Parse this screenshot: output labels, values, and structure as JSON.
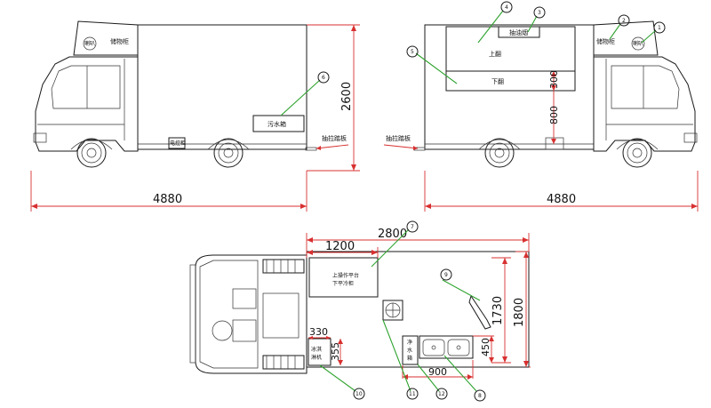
{
  "dimensions": {
    "height_left": "2600",
    "length_left": "4880",
    "length_right": "4880",
    "upper_window_h": "300",
    "counter_h": "800",
    "top_length": "2800",
    "top_platform": "1200",
    "top_width_inner": "1730",
    "top_width_outer": "1800",
    "sink_depth": "450",
    "sink_width": "900",
    "corner_a": "330",
    "corner_b": "355"
  },
  "labels": {
    "storage_cab_left": "储物柜",
    "storage_cab_right": "储物柜",
    "sewage_tank": "污水箱",
    "pull_pedal_left": "抽拉踏板",
    "pull_pedal_right": "抽拉踏板",
    "elec_box": "电控柜",
    "hood": "抽油烟",
    "upper_flap": "上翻",
    "lower_flap": "下翻",
    "horn_left": "喇叭",
    "horn_right": "喇叭",
    "upper_platform": "上操作平台",
    "lower_fridge": "下平冷柜",
    "water_tank_1": "净",
    "water_tank_2": "水",
    "water_tank_3": "箱",
    "ice_1": "冰淇",
    "ice_2": "淋机"
  },
  "callouts": [
    "1",
    "2",
    "3",
    "4",
    "5",
    "6",
    "7",
    "8",
    "9",
    "10",
    "11",
    "12"
  ]
}
